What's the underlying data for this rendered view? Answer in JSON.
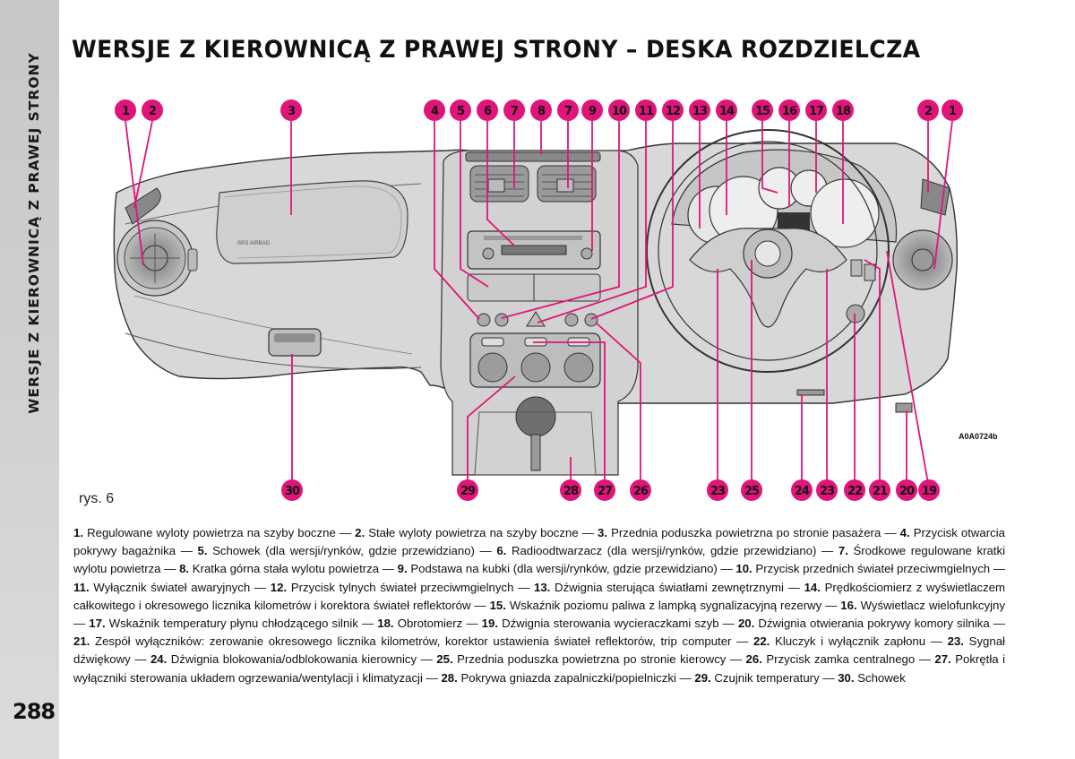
{
  "sidebar": {
    "label": "WERSJE Z KIEROWNICĄ Z PRAWEJ STRONY"
  },
  "page_number": "288",
  "title": "WERSJE Z KIEROWNICĄ Z PRAWEJ STRONY – DESKA ROZDZIELCZA",
  "figure": {
    "code": "A0A0724b",
    "caption": "rys. 6",
    "airbag_text": "SRS AIRBAG",
    "callouts_top": [
      "1",
      "2",
      "3",
      "4",
      "5",
      "6",
      "7",
      "8",
      "7",
      "9",
      "10",
      "11",
      "12",
      "13",
      "14",
      "15",
      "16",
      "17",
      "18",
      "2",
      "1"
    ],
    "callouts_bottom": [
      "30",
      "29",
      "28",
      "27",
      "26",
      "23",
      "25",
      "24",
      "23",
      "22",
      "21",
      "20",
      "19"
    ],
    "accent_color": "#e0157a"
  },
  "legend": [
    {
      "n": "1.",
      "t": " Regulowane wyloty powietrza na szyby boczne — "
    },
    {
      "n": "2.",
      "t": " Stałe wyloty powietrza na szyby boczne — "
    },
    {
      "n": "3.",
      "t": " Przednia poduszka powietrzna po stronie pasażera — "
    },
    {
      "n": "4.",
      "t": " Przycisk otwarcia pokrywy bagażnika — "
    },
    {
      "n": "5.",
      "t": " Schowek (dla wersji/rynków, gdzie przewidziano) — "
    },
    {
      "n": "6.",
      "t": " Radioodtwarzacz (dla wersji/rynków, gdzie przewidziano) — "
    },
    {
      "n": "7.",
      "t": " Środkowe regulowane kratki wylotu powietrza — "
    },
    {
      "n": "8.",
      "t": " Kratka górna stała wylotu powietrza — "
    },
    {
      "n": "9.",
      "t": " Podstawa na kubki (dla wersji/rynków, gdzie przewidziano) — "
    },
    {
      "n": "10.",
      "t": " Przycisk przednich świateł przeciwmgielnych — "
    },
    {
      "n": "11.",
      "t": " Wyłącznik świateł awaryjnych — "
    },
    {
      "n": "12.",
      "t": " Przycisk tylnych świateł przeciwmgielnych — "
    },
    {
      "n": "13.",
      "t": " Dźwignia sterująca światłami zewnętrznymi — "
    },
    {
      "n": "14.",
      "t": " Prędkościomierz z wyświetlaczem całkowitego i okresowego licznika kilometrów i korektora świateł reflektorów — "
    },
    {
      "n": "15.",
      "t": " Wskaźnik poziomu paliwa z lampką sygnalizacyjną rezerwy — "
    },
    {
      "n": "16.",
      "t": " Wyświetlacz wielofunkcyjny — "
    },
    {
      "n": "17.",
      "t": " Wskaźnik temperatury płynu chłodzącego silnik — "
    },
    {
      "n": "18.",
      "t": " Obrotomierz — "
    },
    {
      "n": "19.",
      "t": " Dźwignia sterowania wycieraczkami szyb — "
    },
    {
      "n": "20.",
      "t": " Dźwignia otwierania pokrywy komory silnika — "
    },
    {
      "n": "21.",
      "t": " Zespół wyłączników: zerowanie okresowego licznika kilometrów, korektor ustawienia świateł reflektorów, trip computer — "
    },
    {
      "n": "22.",
      "t": " Kluczyk i wyłącznik zapłonu — "
    },
    {
      "n": "23.",
      "t": " Sygnał dźwiękowy — "
    },
    {
      "n": "24.",
      "t": " Dźwignia blokowania/odblokowania kierownicy — "
    },
    {
      "n": "25.",
      "t": " Przednia poduszka powietrzna po stronie kierowcy — "
    },
    {
      "n": "26.",
      "t": " Przycisk zamka centralnego — "
    },
    {
      "n": "27.",
      "t": " Pokrętła i wyłączniki sterowania układem ogrzewania/wentylacji i klimatyzacji — "
    },
    {
      "n": "28.",
      "t": " Pokrywa gniazda zapalniczki/popielniczki — "
    },
    {
      "n": "29.",
      "t": " Czujnik temperatury — "
    },
    {
      "n": "30.",
      "t": " Schowek"
    }
  ]
}
